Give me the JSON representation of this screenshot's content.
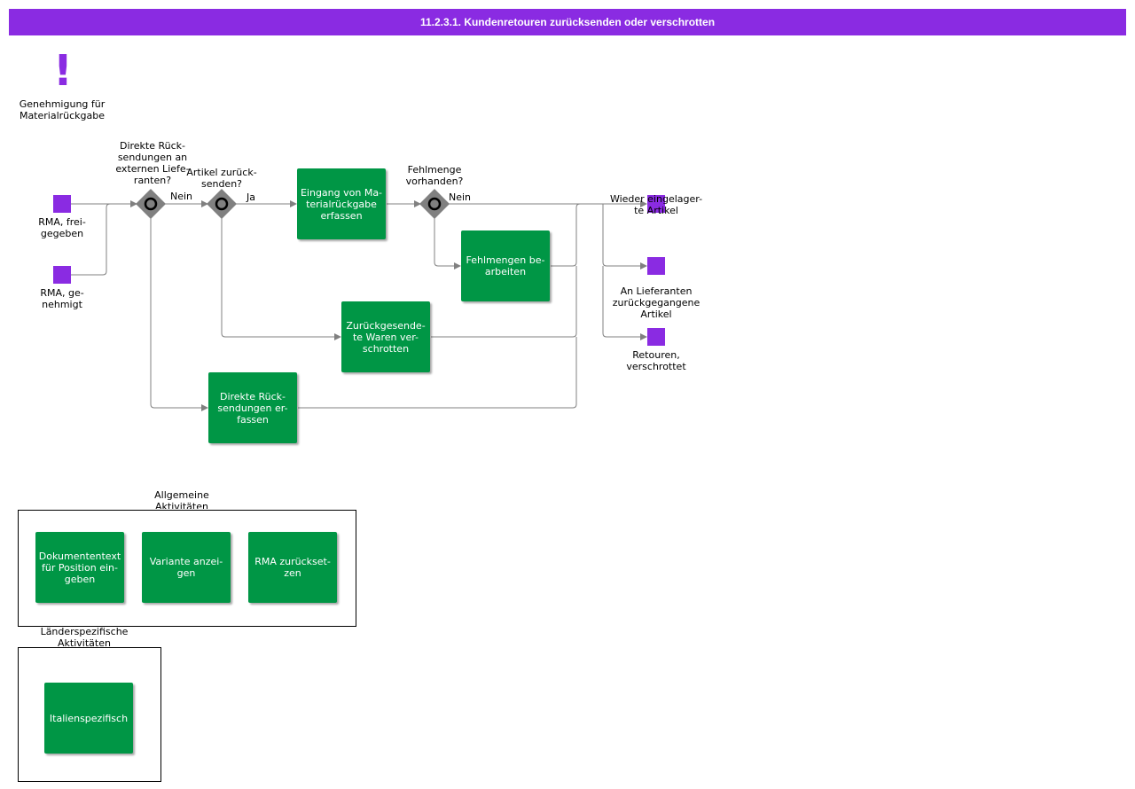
{
  "title": "11.2.3.1. Kundenretouren zurücksenden oder verschrotten",
  "colors": {
    "accent": "#8a2be2",
    "task": "#009645",
    "gateway": "#808080",
    "connector": "#808080"
  },
  "trigger": {
    "icon": "exclamation-icon",
    "symbol": "!",
    "label": "Genehmigung für\nMaterialrückgabe"
  },
  "start_events": {
    "rma_freigegeben": "RMA, frei-\ngegeben",
    "rma_genehmigt": "RMA, ge-\nnehmigt"
  },
  "gateways": {
    "g1": {
      "question": "Direkte Rück-\nsendungen an\nexternen Liefe-\nranten?",
      "no": "Nein"
    },
    "g2": {
      "question": "Artikel zurück-\nsenden?",
      "yes": "Ja"
    },
    "g3": {
      "question": "Fehlmenge\nvorhanden?",
      "no": "Nein"
    }
  },
  "tasks": {
    "eingang": "Eingang von Ma-\nterialrückgabe\nerfassen",
    "fehlmengen": "Fehlmengen be-\narbeiten",
    "verschrotten": "Zurückgesende-\nte Waren ver-\nschrotten",
    "direkte": "Direkte Rück-\nsendungen er-\nfassen"
  },
  "end_events": {
    "wieder": "Wieder eingelager-\nte Artikel",
    "lieferanten": "An Lieferanten\nzurückgegangene\nArtikel",
    "retouren": "Retouren,\nverschrottet"
  },
  "groups": {
    "allgemein": {
      "label": "Allgemeine\nAktivitäten",
      "items": [
        "Dokumententext\nfür Position ein-\ngeben",
        "Variante anzei-\ngen",
        "RMA zurückset-\nzen"
      ]
    },
    "land": {
      "label": "Länderspezifische\nAktivitäten",
      "items": [
        "Italienspezifisch"
      ]
    }
  }
}
